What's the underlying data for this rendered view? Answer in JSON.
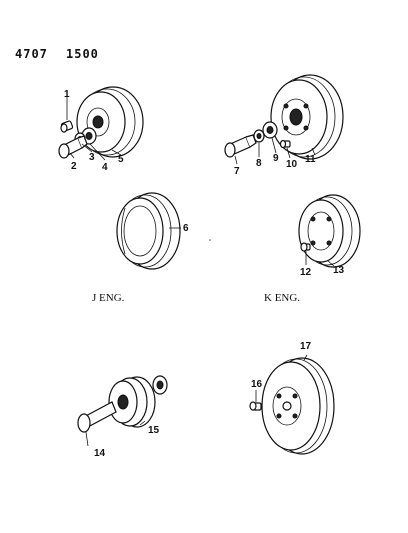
{
  "header": {
    "code_left": "4707",
    "code_right": "1500"
  },
  "engine_labels": {
    "j": "J ENG.",
    "k": "K ENG."
  },
  "callouts": [
    "1",
    "2",
    "3",
    "4",
    "5",
    "6",
    "7",
    "8",
    "9",
    "10",
    "11",
    "12",
    "13",
    "14",
    "15",
    "16",
    "17"
  ]
}
